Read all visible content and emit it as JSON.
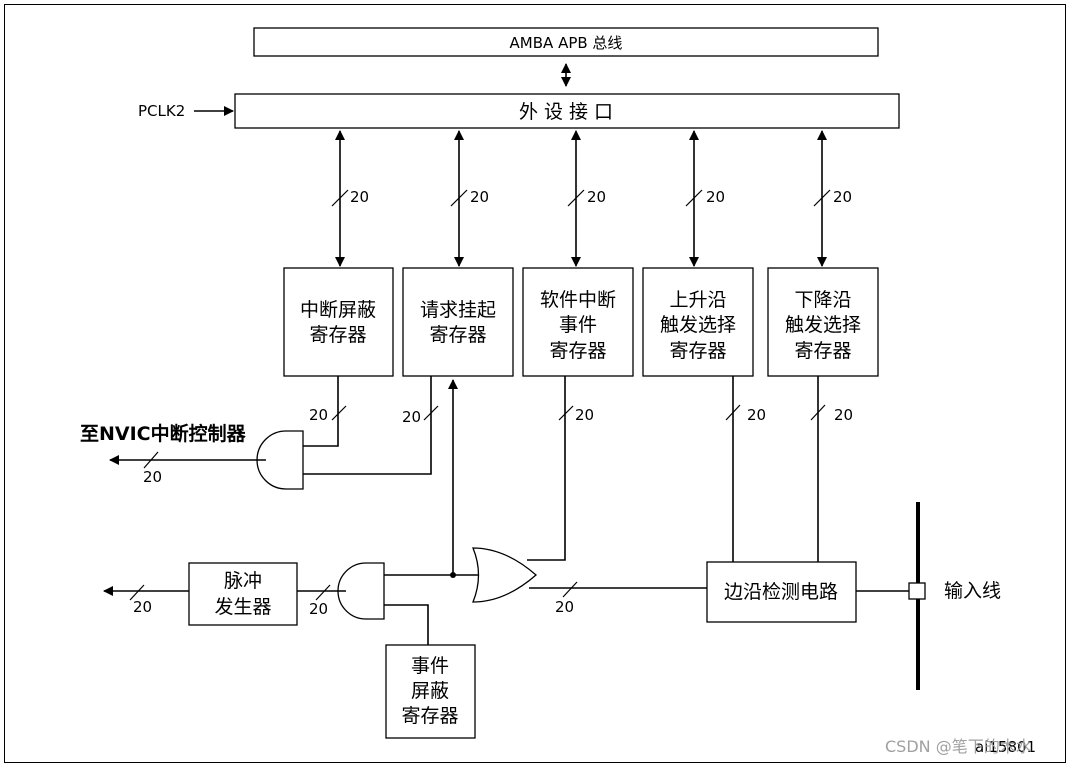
{
  "bus_label": "AMBA APB 总线",
  "pclk_label": "PCLK2",
  "peripheral_interface_label": "外 设 接 口",
  "registers": [
    {
      "lines": [
        "中断屏蔽",
        "寄存器"
      ]
    },
    {
      "lines": [
        "请求挂起",
        "寄存器"
      ]
    },
    {
      "lines": [
        "软件中断",
        "事件",
        "寄存器"
      ]
    },
    {
      "lines": [
        "上升沿",
        "触发选择",
        "寄存器"
      ]
    },
    {
      "lines": [
        "下降沿",
        "触发选择",
        "寄存器"
      ]
    }
  ],
  "width_label": "20",
  "nvic_label": "至NVIC中断控制器",
  "pulse_generator_lines": [
    "脉冲",
    "发生器"
  ],
  "event_mask_lines": [
    "事件",
    "屏蔽",
    "寄存器"
  ],
  "edge_detect_label": "边沿检测电路",
  "input_line_label": "输入线",
  "figure_id": "ai15801",
  "watermark": "CSDN @笔下的木水"
}
